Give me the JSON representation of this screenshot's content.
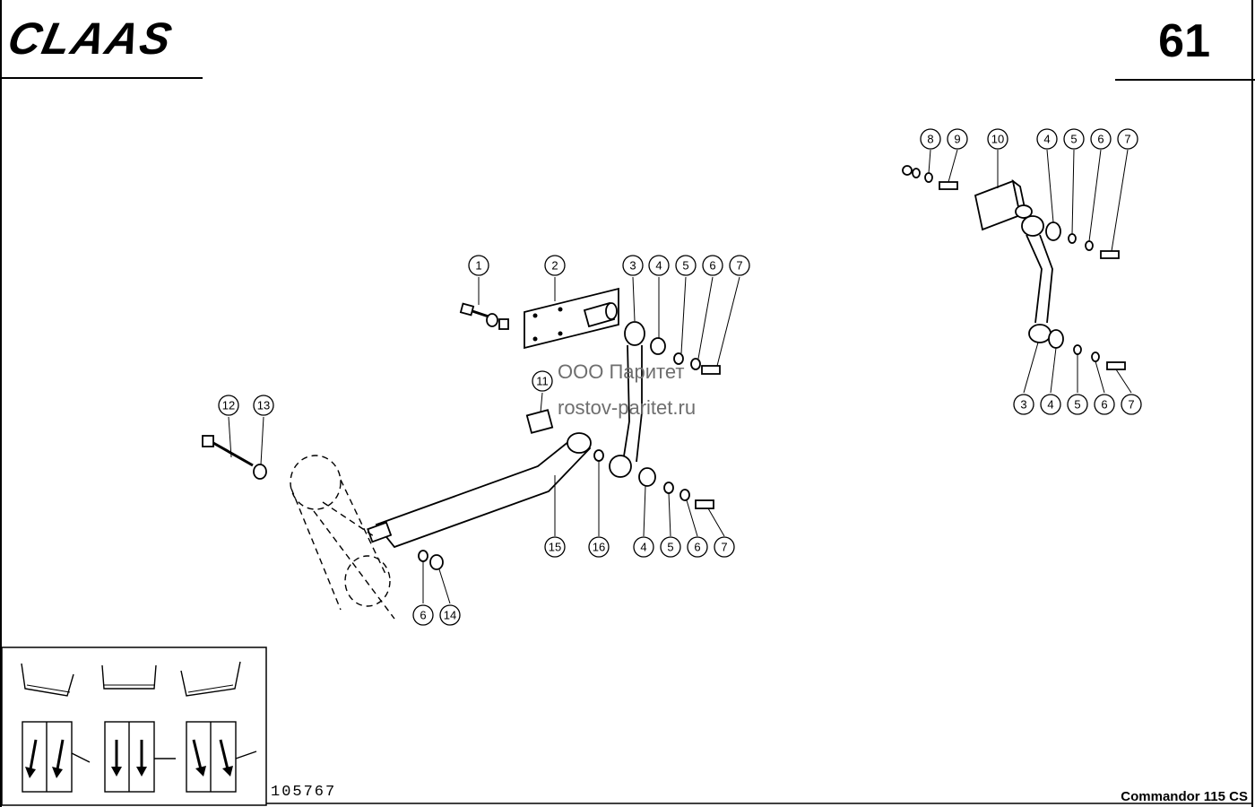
{
  "header": {
    "brand": "CLAAS",
    "page_number": "61"
  },
  "watermark": {
    "line1": "ООО Паритет",
    "line2": "rostov-paritet.ru"
  },
  "footer": {
    "drawing_number": "105767",
    "model": "Commandor 115 CS"
  },
  "callouts": {
    "main": [
      "1",
      "2",
      "3",
      "4",
      "5",
      "6",
      "7",
      "11",
      "12",
      "13",
      "15",
      "16",
      "4",
      "5",
      "6",
      "7",
      "6",
      "14"
    ],
    "detail": [
      "8",
      "9",
      "10",
      "4",
      "5",
      "6",
      "7",
      "3",
      "4",
      "5",
      "6",
      "7"
    ]
  }
}
